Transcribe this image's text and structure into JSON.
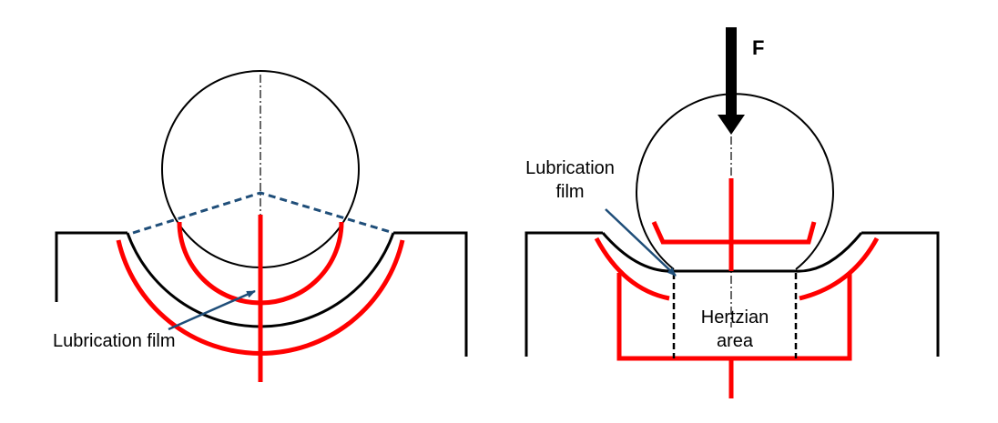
{
  "left_panel": {
    "film_label": "Lubrication film"
  },
  "right_panel": {
    "force_label": "F",
    "film_label_line1": "Lubrication",
    "film_label_line2": "film",
    "hertz_label_line1": "Hertzian",
    "hertz_label_line2": "area"
  },
  "colors": {
    "outline": "#000000",
    "pressure": "#ff0000",
    "film_arrow": "#1f4e79"
  }
}
